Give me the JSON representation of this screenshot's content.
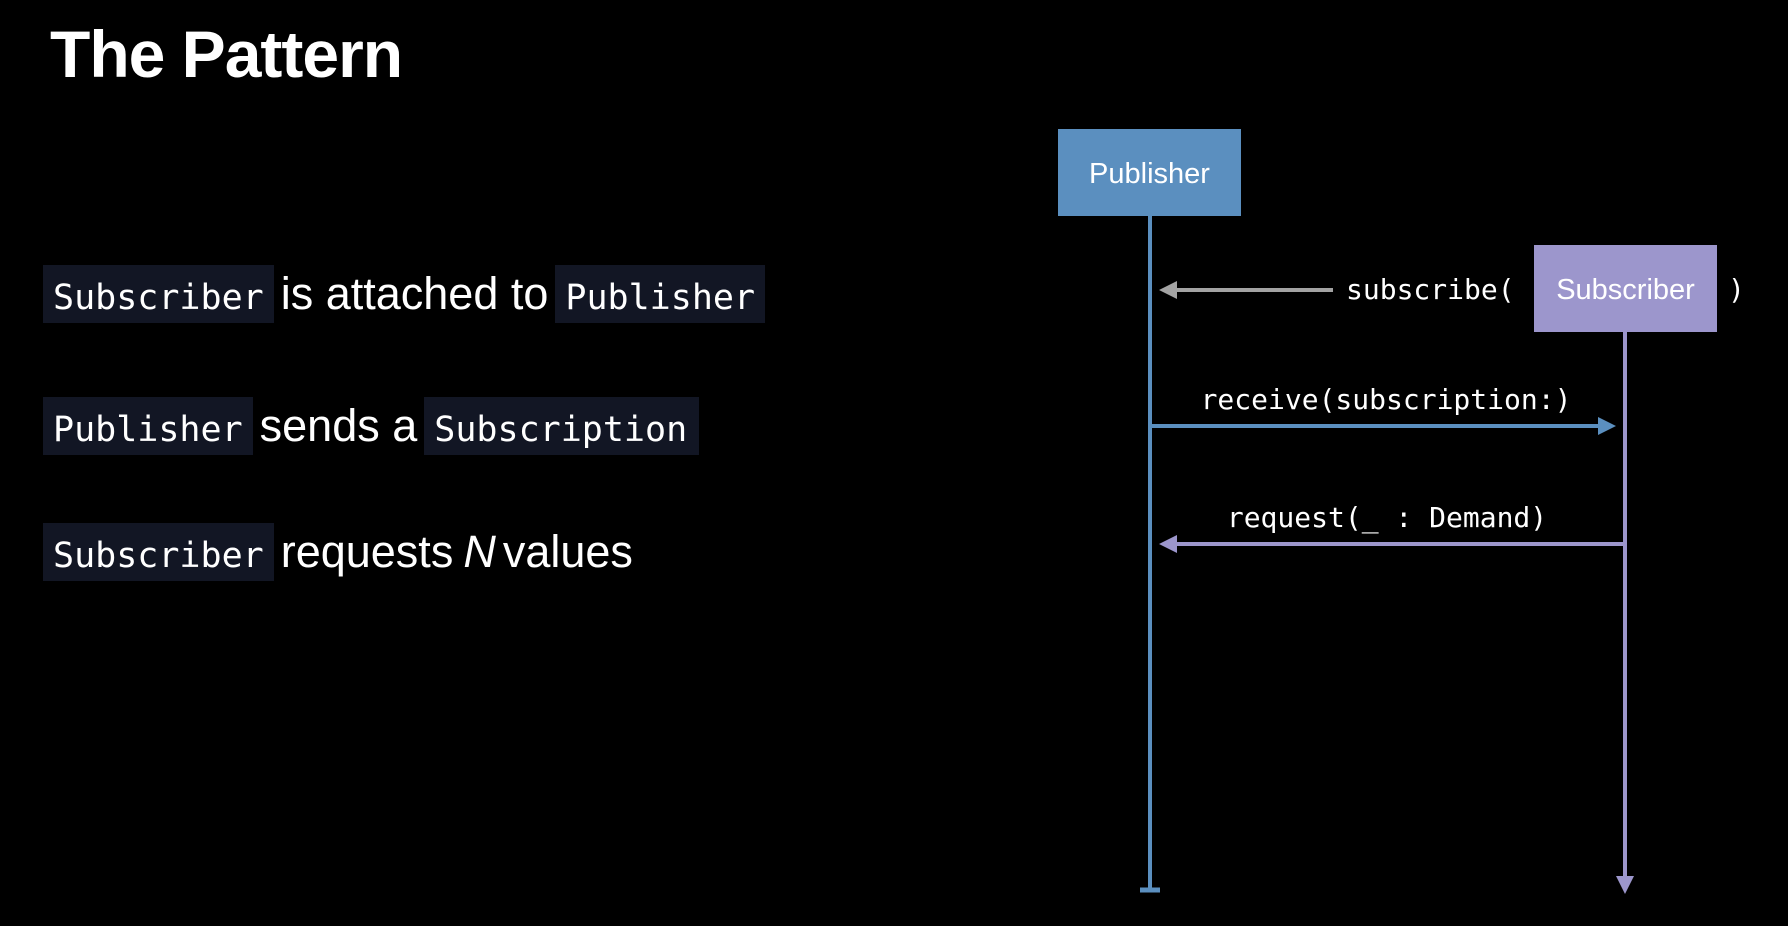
{
  "title": "The Pattern",
  "steps": [
    {
      "code_a": "Subscriber",
      "text_a": "is attached to",
      "code_b": "Publisher"
    },
    {
      "code_a": "Publisher",
      "text_a": "sends a",
      "code_b": "Subscription"
    },
    {
      "code_a": "Subscriber",
      "text_a": "requests",
      "italic": "N",
      "text_b": "values"
    }
  ],
  "diagram": {
    "publisher_label": "Publisher",
    "subscriber_label": "Subscriber",
    "subscribe_open": "subscribe(",
    "subscribe_close": ")",
    "receive_message": "receive(subscription:)",
    "request_message": "request(_ : Demand)",
    "colors": {
      "publisher": "#5b8fbf",
      "subscriber": "#9c96cc",
      "subscribe_arrow": "#a3a3a3",
      "code_background": "#121624"
    }
  }
}
